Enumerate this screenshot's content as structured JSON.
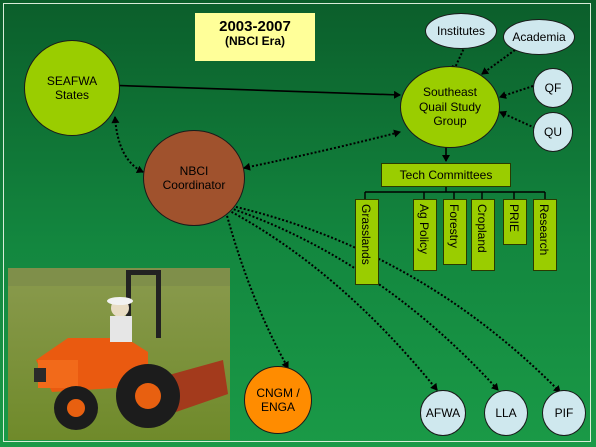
{
  "title": {
    "line1": "2003-2007",
    "line2": "(NBCI Era)"
  },
  "nodes": {
    "seafwa": {
      "line1": "SEAFWA",
      "line2": "States"
    },
    "nbci": {
      "line1": "NBCI",
      "line2": "Coordinator"
    },
    "sqsg": {
      "line1": "Southeast",
      "line2": "Quail Study",
      "line3": "Group"
    },
    "institutes": "Institutes",
    "academia": "Academia",
    "qf": "QF",
    "qu": "QU",
    "cngm": {
      "line1": "CNGM /",
      "line2": "ENGA"
    },
    "afwa": "AFWA",
    "lla": "LLA",
    "pif": "PIF"
  },
  "tech_committees": {
    "label": "Tech Committees",
    "items": [
      "Grasslands",
      "Ag Policy",
      "Forestry",
      "Cropland",
      "PRIE",
      "Research"
    ]
  },
  "photo": {
    "subject": "tractor-with-mower"
  },
  "colors": {
    "background": "#13873f",
    "node_green": "#9acd00",
    "node_brown": "#a0522d",
    "node_orange": "#ff8c00",
    "node_pale": "#cfe8ee",
    "title_fill": "#ffff99"
  }
}
